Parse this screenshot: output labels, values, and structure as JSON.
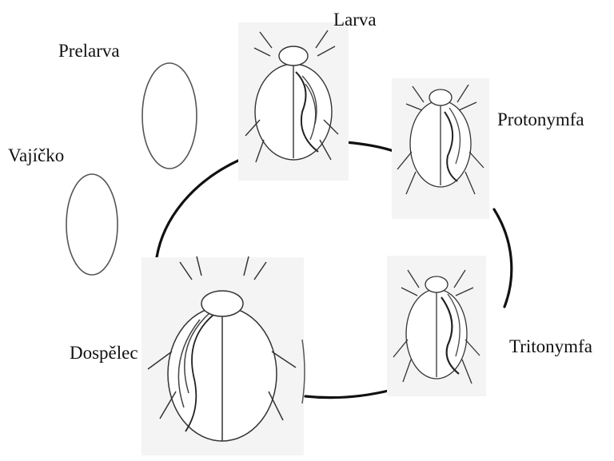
{
  "diagram": {
    "stages": [
      {
        "id": "vajicko",
        "label": "Vajíčko"
      },
      {
        "id": "prelarva",
        "label": "Prelarva"
      },
      {
        "id": "larva",
        "label": "Larva"
      },
      {
        "id": "protonymfa",
        "label": "Protonymfa"
      },
      {
        "id": "tritonymfa",
        "label": "Tritonymfa"
      },
      {
        "id": "dospelec",
        "label": "Dospělec"
      }
    ],
    "colors": {
      "line": "#111111",
      "ink": "#333333",
      "panel": "#f4f4f4"
    }
  }
}
